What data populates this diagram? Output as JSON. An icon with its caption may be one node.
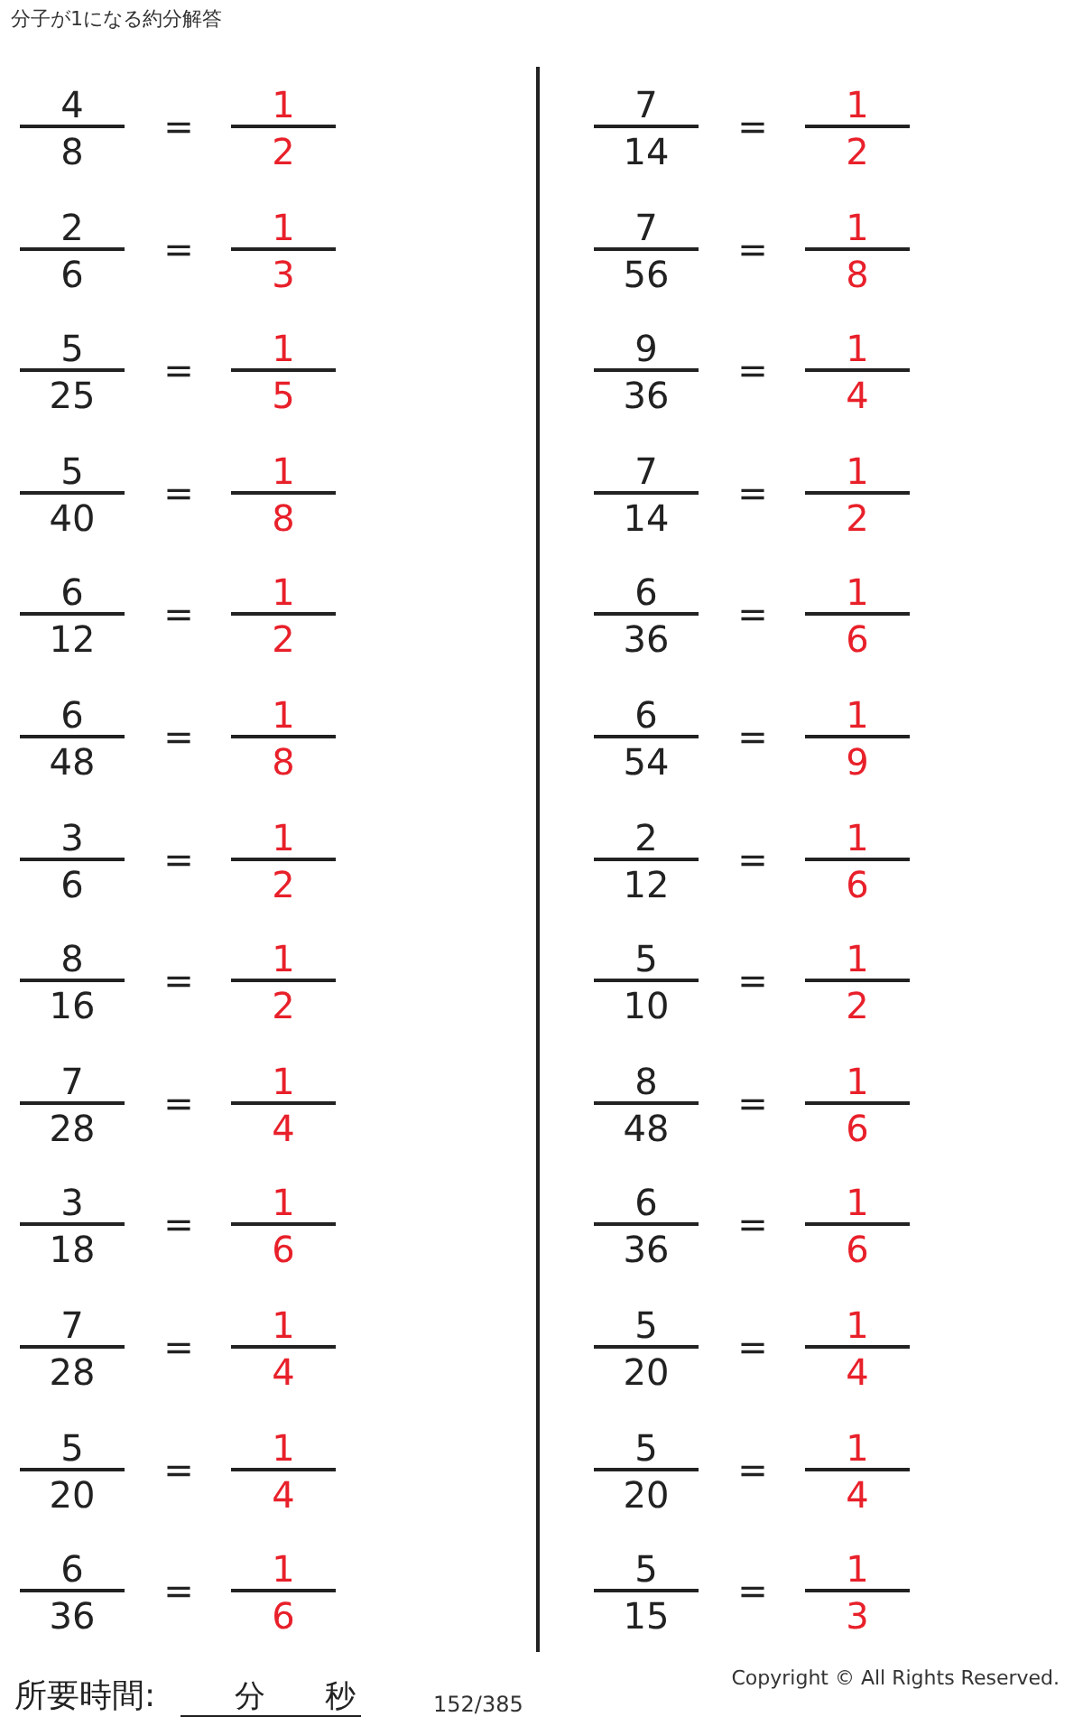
{
  "diagram": {
    "title": "分子が1になる約分解答",
    "labels": [
      "4",
      "8",
      "=",
      "1",
      "2",
      "7",
      "14",
      "=",
      "1",
      "2",
      "2",
      "6",
      "=",
      "1",
      "3",
      "7",
      "56",
      "=",
      "1",
      "8",
      "5",
      "25",
      "=",
      "1",
      "5",
      "9",
      "36",
      "=",
      "1",
      "4",
      "5",
      "40",
      "=",
      "1",
      "8",
      "7",
      "14",
      "=",
      "1",
      "2",
      "6",
      "12",
      "=",
      "1",
      "2",
      "6",
      "36",
      "=",
      "1",
      "6",
      "6",
      "48",
      "=",
      "1",
      "8",
      "6",
      "54",
      "=",
      "1",
      "9",
      "3",
      "6",
      "=",
      "1",
      "2",
      "2",
      "12",
      "=",
      "1",
      "6",
      "8",
      "16",
      "=",
      "1",
      "2",
      "5",
      "10",
      "=",
      "1",
      "2",
      "7",
      "28",
      "=",
      "1",
      "4",
      "8",
      "48",
      "=",
      "1",
      "6",
      "3",
      "18",
      "=",
      "1",
      "6",
      "6",
      "36",
      "=",
      "1",
      "6",
      "7",
      "28",
      "=",
      "1",
      "4",
      "5",
      "20",
      "=",
      "1",
      "4",
      "5",
      "20",
      "=",
      "1",
      "4",
      "5",
      "20",
      "=",
      "1",
      "4",
      "6",
      "36",
      "=",
      "1",
      "6",
      "5",
      "15",
      "=",
      "1",
      "3",
      "所要時間:",
      "分",
      "秒",
      "152/385",
      "Copyright © All Rights Reserved."
    ]
  }
}
